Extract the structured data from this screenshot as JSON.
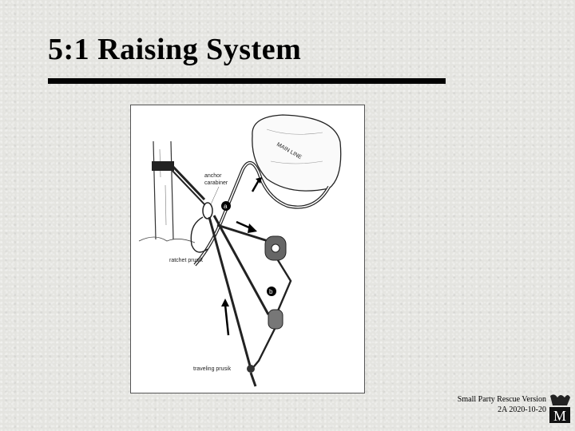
{
  "slide": {
    "title": "5:1 Raising System"
  },
  "figure": {
    "labels": {
      "anchor_carabiner_line1": "anchor",
      "anchor_carabiner_line2": "carabiner",
      "ratchet_prusik": "ratchet prusik",
      "traveling_prusik": "traveling prusik",
      "main_line": "MAIN LINE",
      "callout_a": "a",
      "callout_b": "b"
    }
  },
  "footer": {
    "line1": "Small Party Rescue  Version",
    "line2": "2A  2020-10-20"
  },
  "logo": {
    "letter": "M"
  }
}
